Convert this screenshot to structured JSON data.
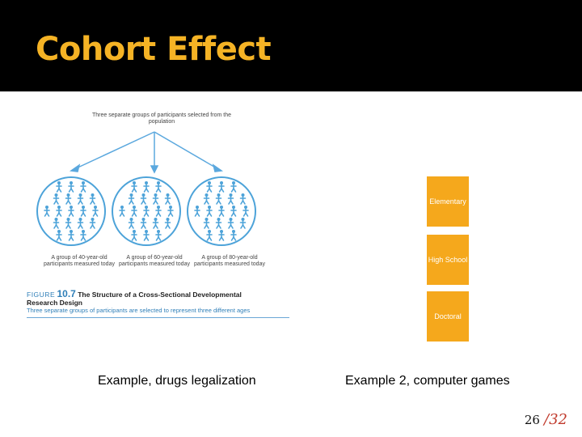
{
  "slide": {
    "title": "Cohort Effect",
    "colors": {
      "title": "#f5b325",
      "header_bg": "#000000",
      "box_fill": "#f5a81c",
      "figure_blue": "#2f7fb8",
      "figure_circle": "#4da3d9"
    },
    "figure": {
      "top_text": "Three separate groups of participants selected from the population",
      "groups": [
        {
          "label": "A group of 40-year-old participants measured today"
        },
        {
          "label": "A group of 60-year-old participants measured today"
        },
        {
          "label": "A group of 80-year-old participants measured today"
        }
      ],
      "caption_prefix": "FIGURE",
      "caption_number": "10.7",
      "caption_title_1": "The Structure of a Cross-Sectional Developmental",
      "caption_title_2": "Research Design",
      "caption_subtitle": "Three separate groups of participants are selected to represent three different ages"
    },
    "boxes": [
      {
        "label": "Elementary"
      },
      {
        "label": "High School"
      },
      {
        "label": "Doctoral"
      }
    ],
    "example_1": "Example, drugs legalization",
    "example_2": "Example 2, computer games",
    "page_current": "26",
    "page_total": "/32"
  }
}
